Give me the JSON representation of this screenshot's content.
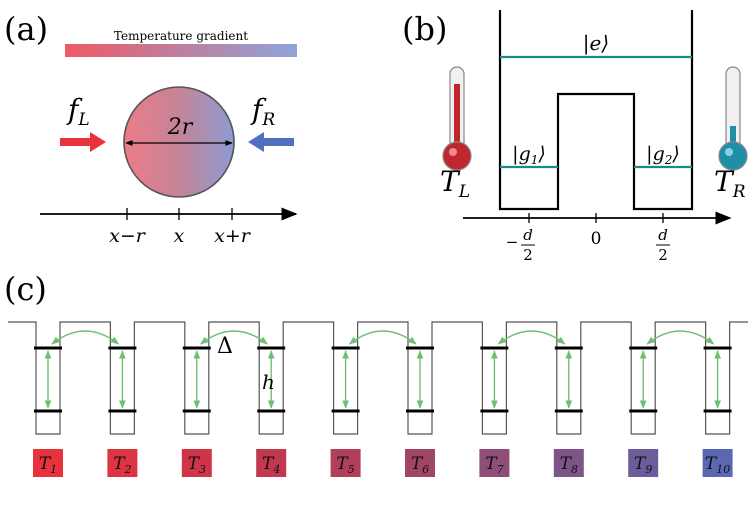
{
  "panels": {
    "a": {
      "label": "(a)",
      "gradient_label": "Temperature gradient",
      "force_left": "f",
      "force_left_sub": "L",
      "force_right": "f",
      "force_right_sub": "R",
      "diameter": "2r",
      "ticks": [
        "x−r",
        "x",
        "x+r"
      ]
    },
    "b": {
      "label": "(b)",
      "excited": "|e⟩",
      "ground_left": "|g",
      "ground_left_sub": "1",
      "ground_right": "|g",
      "ground_right_sub": "2",
      "bracket": "⟩",
      "temp_left": "T",
      "temp_left_sub": "L",
      "temp_right": "T",
      "temp_right_sub": "R",
      "tick_zero": "0",
      "tick_minus": "−",
      "tick_num": "d",
      "tick_den": "2"
    },
    "c": {
      "label": "(c)",
      "delta": "Δ",
      "h": "h",
      "temps": [
        {
          "t": "T",
          "sub": "1",
          "color": "#e8333c"
        },
        {
          "t": "T",
          "sub": "2",
          "color": "#dc3440"
        },
        {
          "t": "T",
          "sub": "3",
          "color": "#d03547"
        },
        {
          "t": "T",
          "sub": "4",
          "color": "#c2384e"
        },
        {
          "t": "T",
          "sub": "5",
          "color": "#b13f5b"
        },
        {
          "t": "T",
          "sub": "6",
          "color": "#a04667"
        },
        {
          "t": "T",
          "sub": "7",
          "color": "#8f4e77"
        },
        {
          "t": "T",
          "sub": "8",
          "color": "#7f5589"
        },
        {
          "t": "T",
          "sub": "9",
          "color": "#6c5c9c"
        },
        {
          "t": "T",
          "sub": "10",
          "color": "#5a68b2"
        }
      ]
    }
  },
  "colors": {
    "hot": "#e8333c",
    "cold": "#4f6fbf",
    "level": "#1a8a8a",
    "transition": "#6fbf73"
  }
}
